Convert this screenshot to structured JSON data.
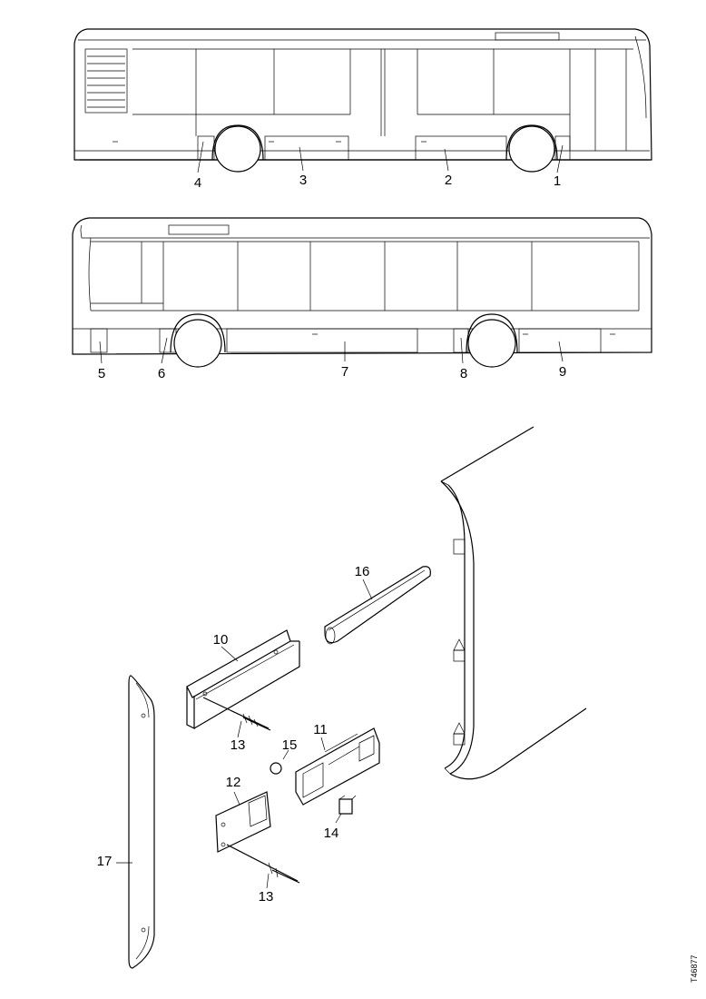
{
  "drawing": {
    "reference": "T46877"
  },
  "callouts": {
    "c1": "1",
    "c2": "2",
    "c3": "3",
    "c4": "4",
    "c5": "5",
    "c6": "6",
    "c7": "7",
    "c8": "8",
    "c9": "9",
    "c10": "10",
    "c11": "11",
    "c12": "12",
    "c13a": "13",
    "c13b": "13",
    "c14": "14",
    "c15": "15",
    "c16": "16",
    "c17": "17"
  }
}
